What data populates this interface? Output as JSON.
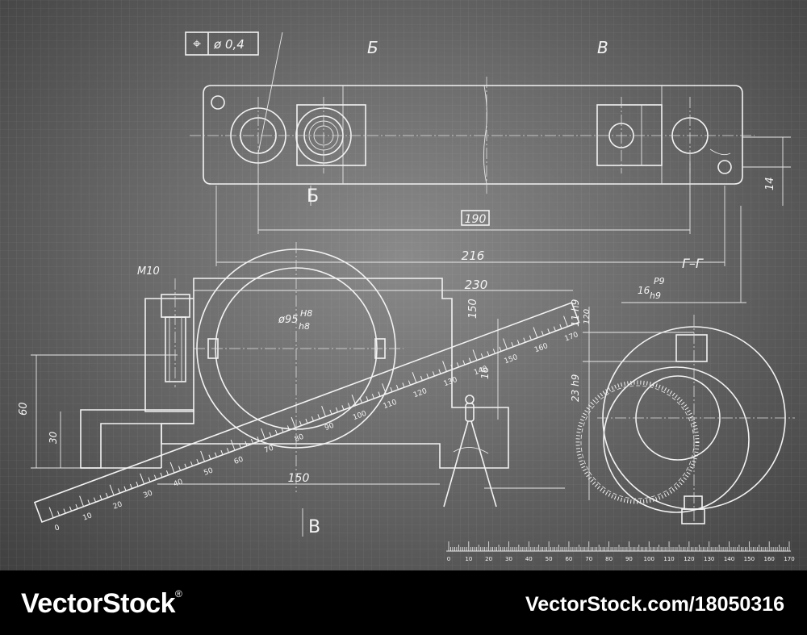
{
  "drawing": {
    "tolerance_frame": {
      "symbol": "⌖",
      "value": "ø 0,4"
    },
    "section_labels": {
      "b_top": "Б",
      "v_top": "В",
      "b_arrow": "Б",
      "v_arrow": "В",
      "section_gg": "Г–Г"
    },
    "dimensions": {
      "d190": "190",
      "d216": "216",
      "d230": "230",
      "d14": "14",
      "d150_bottom": "150",
      "d150_vertical": "150",
      "d60": "60",
      "d30": "30",
      "m10": "M10",
      "phi95": "ø95",
      "h8": "H8",
      "h8_lower": "h8",
      "p9_top": "P9",
      "p9_left": "16",
      "p9_bottom": "h9",
      "d11h9": "11 h9",
      "d23h9": "23 h9",
      "d16": "16",
      "d120": "120"
    },
    "ruler_diagonal_ticks": [
      "0",
      "10",
      "20",
      "30",
      "40",
      "50",
      "60",
      "70",
      "80",
      "90",
      "100",
      "110",
      "120",
      "130",
      "140",
      "150",
      "160",
      "170"
    ],
    "ruler_bottom_ticks": [
      "0",
      "10",
      "20",
      "30",
      "40",
      "50",
      "60",
      "70",
      "80",
      "90",
      "100",
      "110",
      "120",
      "130",
      "140",
      "150",
      "160",
      "170"
    ]
  },
  "footer": {
    "brand": "VectorStock",
    "brand_mark": "®",
    "image_id": "VectorStock.com/18050316"
  }
}
